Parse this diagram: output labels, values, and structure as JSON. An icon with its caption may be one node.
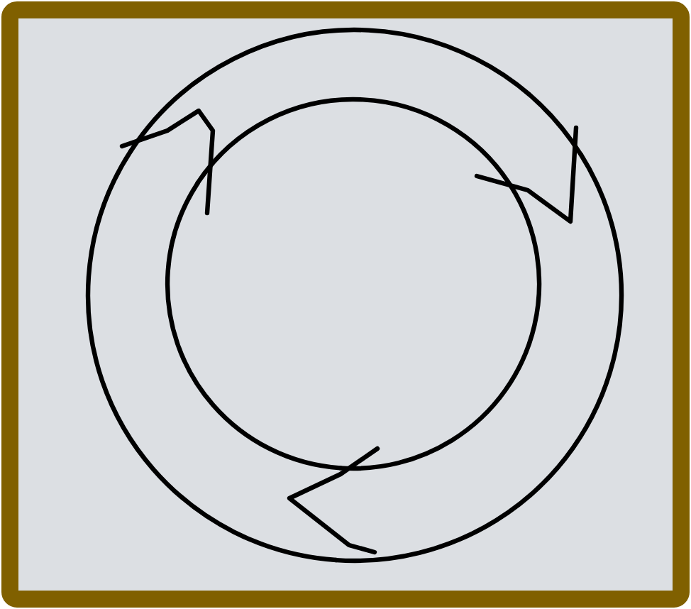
{
  "diagram": {
    "nodes": [
      {
        "text": [],
        "shape": "arrow"
      },
      {
        "text": [],
        "shape": "arrow"
      },
      {
        "text": [],
        "shape": "arrow"
      }
    ]
  }
}
